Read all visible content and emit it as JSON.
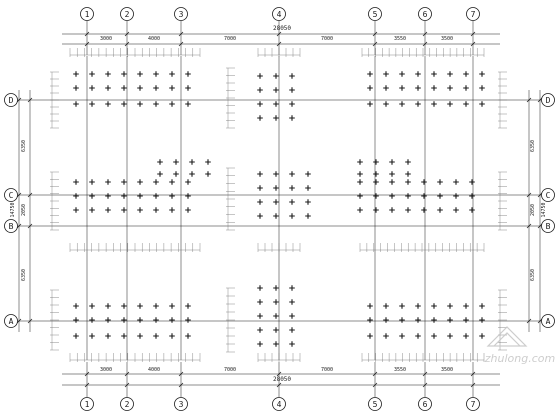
{
  "drawing": {
    "ink_color": "#1a1a1a",
    "hatch_color": "#6e6e6e",
    "watermark_color": "#c8c8c8",
    "background": "#ffffff"
  },
  "axes_columns": [
    {
      "label": "1"
    },
    {
      "label": "2"
    },
    {
      "label": "3"
    },
    {
      "label": "4"
    },
    {
      "label": "5"
    },
    {
      "label": "6"
    },
    {
      "label": "7"
    }
  ],
  "axes_rows": [
    {
      "label": "D"
    },
    {
      "label": "C"
    },
    {
      "label": "B"
    },
    {
      "label": "A"
    }
  ],
  "dims_top": {
    "overall": "28050",
    "bays": [
      "3000",
      "4000",
      "7000",
      "7000",
      "3550",
      "3500"
    ]
  },
  "dims_bottom": {
    "overall": "28050",
    "bays": [
      "3000",
      "4000",
      "7000",
      "7000",
      "3550",
      "3500"
    ]
  },
  "dims_side": {
    "left": {
      "overall": "14750",
      "upper": "6350",
      "middle": "2050",
      "lower": "6350"
    },
    "right": {
      "overall": "14750",
      "upper": "6350",
      "middle": "2050",
      "lower": "6350"
    }
  },
  "watermark": {
    "text": "zhulong.com"
  }
}
